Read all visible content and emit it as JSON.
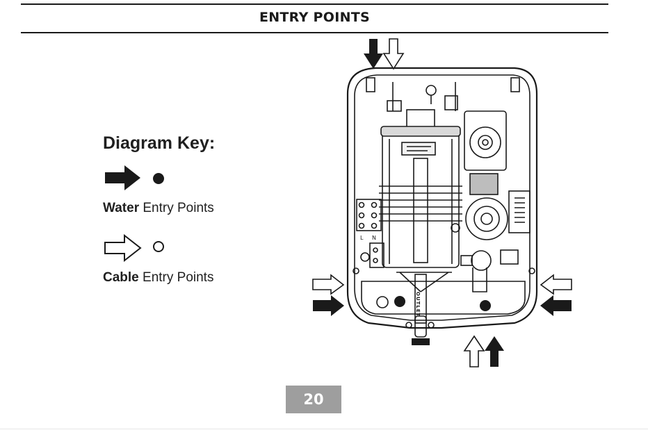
{
  "page": {
    "title": "ENTRY POINTS",
    "page_number": "20"
  },
  "key": {
    "heading": "Diagram Key:",
    "water": {
      "bold": "Water",
      "rest": " Entry Points",
      "icons": [
        "solid-arrow-icon",
        "solid-circle-icon"
      ]
    },
    "cable": {
      "bold": "Cable",
      "rest": " Entry Points",
      "icons": [
        "outline-arrow-icon",
        "outline-circle-icon"
      ]
    }
  },
  "diagram": {
    "outlet_label": "OUTLET",
    "terminal_labels": [
      "L",
      "N"
    ],
    "colors": {
      "ink": "#1a1a1a",
      "water": "#1a1a1a",
      "cable": "#ffffff",
      "page_box": "#9e9e9e"
    }
  }
}
